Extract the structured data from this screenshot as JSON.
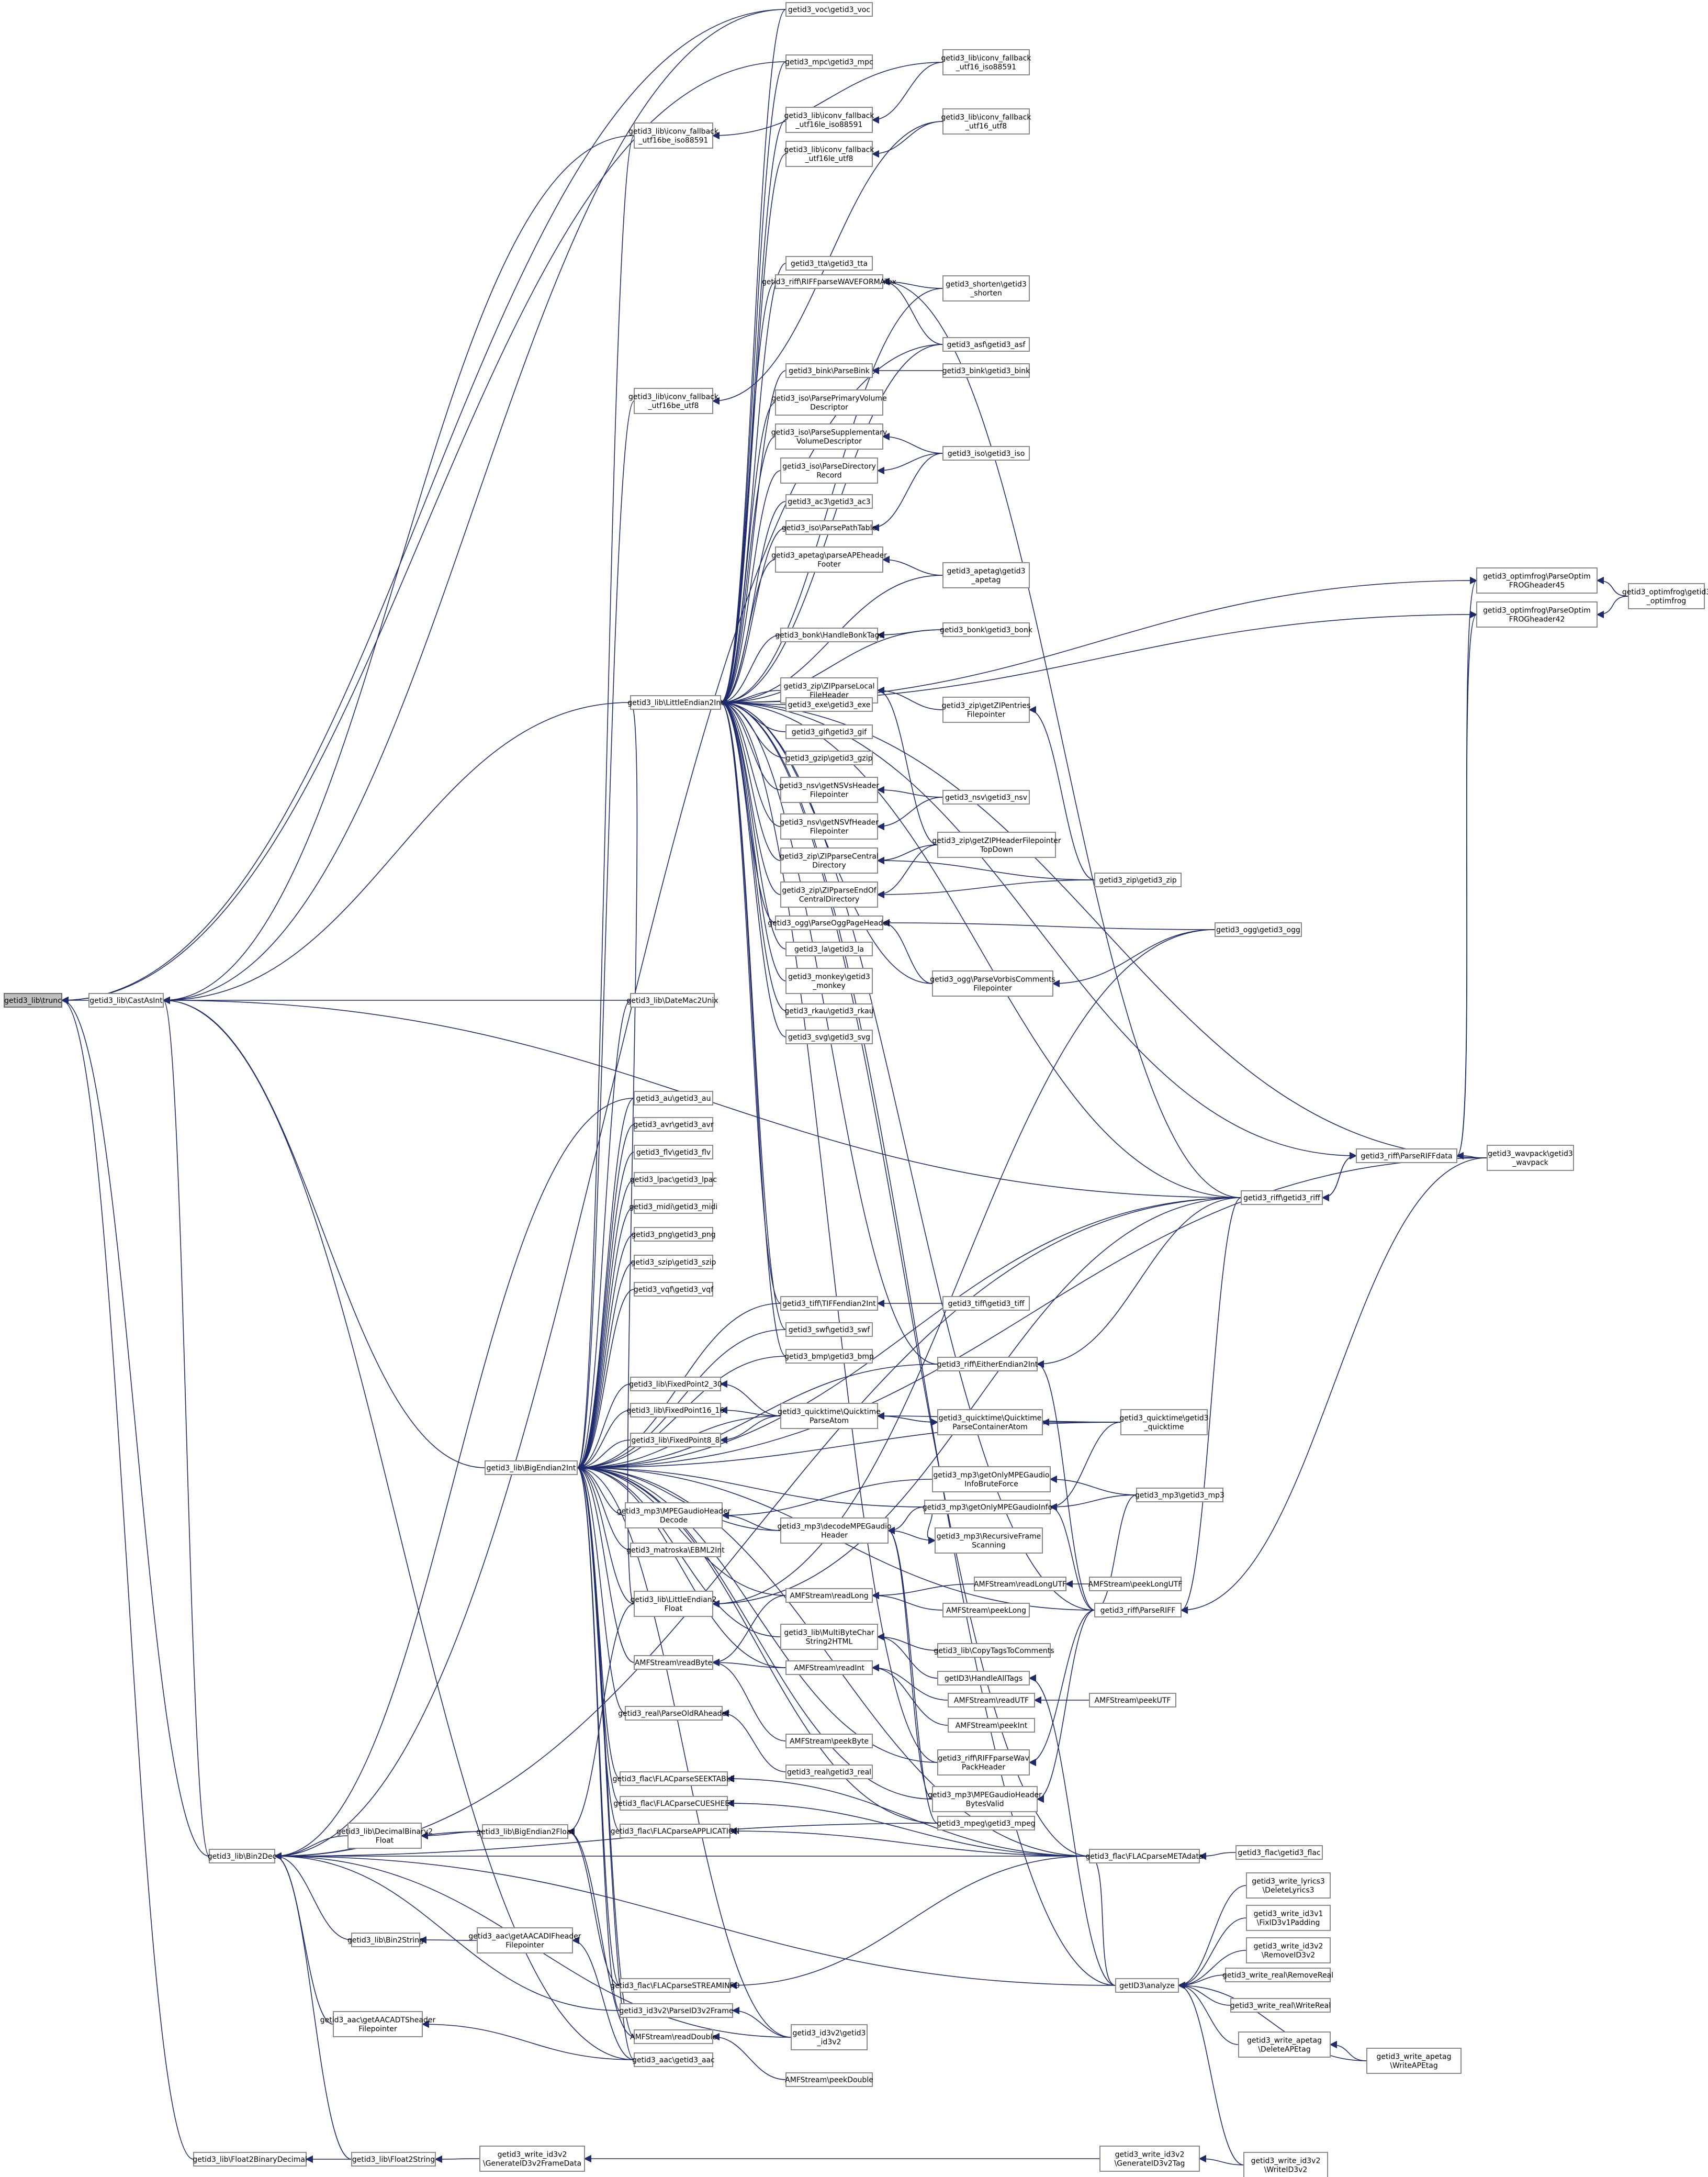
{
  "diagram": {
    "kind": "call-graph",
    "colors": {
      "edge": "#1f2a6b",
      "node_border": "#8a8a8a",
      "root_fill": "#bfbfbf",
      "node_fill": "#ffffff"
    },
    "nodes": [
      {
        "id": "trunc",
        "lines": [
          "getid3_lib\\trunc"
        ],
        "root": true
      },
      {
        "id": "castasint",
        "lines": [
          "getid3_lib\\CastAsInt"
        ]
      },
      {
        "id": "voc",
        "lines": [
          "getid3_voc\\getid3_voc"
        ]
      },
      {
        "id": "icfb_16be_iso",
        "lines": [
          "getid3_lib\\iconv_fallback",
          "_utf16be_iso88591"
        ]
      },
      {
        "id": "mpc",
        "lines": [
          "getid3_mpc\\getid3_mpc"
        ]
      },
      {
        "id": "icfb_16_iso",
        "lines": [
          "getid3_lib\\iconv_fallback",
          "_utf16_iso88591"
        ]
      },
      {
        "id": "icfb_16le_iso",
        "lines": [
          "getid3_lib\\iconv_fallback",
          "_utf16le_iso88591"
        ]
      },
      {
        "id": "icfb_16le_utf8",
        "lines": [
          "getid3_lib\\iconv_fallback",
          "_utf16le_utf8"
        ]
      },
      {
        "id": "icfb_16_utf8",
        "lines": [
          "getid3_lib\\iconv_fallback",
          "_utf16_utf8"
        ]
      },
      {
        "id": "tta",
        "lines": [
          "getid3_tta\\getid3_tta"
        ]
      },
      {
        "id": "shorten",
        "lines": [
          "getid3_shorten\\getid3",
          "_shorten"
        ]
      },
      {
        "id": "waveformatex",
        "lines": [
          "getid3_riff\\RIFFparseWAVEFORMATex"
        ]
      },
      {
        "id": "asf",
        "lines": [
          "getid3_asf\\getid3_asf"
        ]
      },
      {
        "id": "icfb_16be_utf8",
        "lines": [
          "getid3_lib\\iconv_fallback",
          "_utf16be_utf8"
        ]
      },
      {
        "id": "parsebink",
        "lines": [
          "getid3_bink\\ParseBink"
        ]
      },
      {
        "id": "bink",
        "lines": [
          "getid3_bink\\getid3_bink"
        ]
      },
      {
        "id": "iso_pvd",
        "lines": [
          "getid3_iso\\ParsePrimaryVolume",
          "Descriptor"
        ]
      },
      {
        "id": "iso_svd",
        "lines": [
          "getid3_iso\\ParseSupplementary",
          "VolumeDescriptor"
        ]
      },
      {
        "id": "iso",
        "lines": [
          "getid3_iso\\getid3_iso"
        ]
      },
      {
        "id": "iso_dir",
        "lines": [
          "getid3_iso\\ParseDirectory",
          "Record"
        ]
      },
      {
        "id": "ac3",
        "lines": [
          "getid3_ac3\\getid3_ac3"
        ]
      },
      {
        "id": "iso_path",
        "lines": [
          "getid3_iso\\ParsePathTable"
        ]
      },
      {
        "id": "apetag_parse",
        "lines": [
          "getid3_apetag\\parseAPEheader",
          "Footer"
        ]
      },
      {
        "id": "apetag",
        "lines": [
          "getid3_apetag\\getid3",
          "_apetag"
        ]
      },
      {
        "id": "bonk_tags",
        "lines": [
          "getid3_bonk\\HandleBonkTags"
        ]
      },
      {
        "id": "bonk",
        "lines": [
          "getid3_bonk\\getid3_bonk"
        ]
      },
      {
        "id": "optimfrog45",
        "lines": [
          "getid3_optimfrog\\ParseOptim",
          "FROGheader45"
        ]
      },
      {
        "id": "optimfrog42",
        "lines": [
          "getid3_optimfrog\\ParseOptim",
          "FROGheader42"
        ]
      },
      {
        "id": "optimfrog",
        "lines": [
          "getid3_optimfrog\\getid3",
          "_optimfrog"
        ]
      },
      {
        "id": "littleendian2int",
        "lines": [
          "getid3_lib\\LittleEndian2Int"
        ]
      },
      {
        "id": "zip_local",
        "lines": [
          "getid3_zip\\ZIPparseLocal",
          "FileHeader"
        ]
      },
      {
        "id": "exe",
        "lines": [
          "getid3_exe\\getid3_exe"
        ]
      },
      {
        "id": "zip_entries",
        "lines": [
          "getid3_zip\\getZIPentries",
          "Filepointer"
        ]
      },
      {
        "id": "gif",
        "lines": [
          "getid3_gif\\getid3_gif"
        ]
      },
      {
        "id": "gzip",
        "lines": [
          "getid3_gzip\\getid3_gzip"
        ]
      },
      {
        "id": "nsvs",
        "lines": [
          "getid3_nsv\\getNSVsHeader",
          "Filepointer"
        ]
      },
      {
        "id": "nsv",
        "lines": [
          "getid3_nsv\\getid3_nsv"
        ]
      },
      {
        "id": "nsvf",
        "lines": [
          "getid3_nsv\\getNSVfHeader",
          "Filepointer"
        ]
      },
      {
        "id": "zip_hdr_topdown",
        "lines": [
          "getid3_zip\\getZIPHeaderFilepointer",
          "TopDown"
        ]
      },
      {
        "id": "zip_central",
        "lines": [
          "getid3_zip\\ZIPparseCentral",
          "Directory"
        ]
      },
      {
        "id": "zip",
        "lines": [
          "getid3_zip\\getid3_zip"
        ]
      },
      {
        "id": "zip_eocd",
        "lines": [
          "getid3_zip\\ZIPparseEndOf",
          "CentralDirectory"
        ]
      },
      {
        "id": "ogg_page",
        "lines": [
          "getid3_ogg\\ParseOggPageHeader"
        ]
      },
      {
        "id": "ogg",
        "lines": [
          "getid3_ogg\\getid3_ogg"
        ]
      },
      {
        "id": "la",
        "lines": [
          "getid3_la\\getid3_la"
        ]
      },
      {
        "id": "monkey",
        "lines": [
          "getid3_monkey\\getid3",
          "_monkey"
        ]
      },
      {
        "id": "vorbis",
        "lines": [
          "getid3_ogg\\ParseVorbisComments",
          "Filepointer"
        ]
      },
      {
        "id": "rkau",
        "lines": [
          "getid3_rkau\\getid3_rkau"
        ]
      },
      {
        "id": "svg",
        "lines": [
          "getid3_svg\\getid3_svg"
        ]
      },
      {
        "id": "datemac2unix",
        "lines": [
          "getid3_lib\\DateMac2Unix"
        ]
      },
      {
        "id": "au",
        "lines": [
          "getid3_au\\getid3_au"
        ]
      },
      {
        "id": "avr",
        "lines": [
          "getid3_avr\\getid3_avr"
        ]
      },
      {
        "id": "flv",
        "lines": [
          "getid3_flv\\getid3_flv"
        ]
      },
      {
        "id": "lpac",
        "lines": [
          "getid3_lpac\\getid3_lpac"
        ]
      },
      {
        "id": "midi",
        "lines": [
          "getid3_midi\\getid3_midi"
        ]
      },
      {
        "id": "png",
        "lines": [
          "getid3_png\\getid3_png"
        ]
      },
      {
        "id": "szip",
        "lines": [
          "getid3_szip\\getid3_szip"
        ]
      },
      {
        "id": "vqf",
        "lines": [
          "getid3_vqf\\getid3_vqf"
        ]
      },
      {
        "id": "riff_parsedata",
        "lines": [
          "getid3_riff\\ParseRIFFdata"
        ]
      },
      {
        "id": "wavpack",
        "lines": [
          "getid3_wavpack\\getid3",
          "_wavpack"
        ]
      },
      {
        "id": "riff",
        "lines": [
          "getid3_riff\\getid3_riff"
        ]
      },
      {
        "id": "tiff_endian",
        "lines": [
          "getid3_tiff\\TIFFendian2Int"
        ]
      },
      {
        "id": "tiff",
        "lines": [
          "getid3_tiff\\getid3_tiff"
        ]
      },
      {
        "id": "swf",
        "lines": [
          "getid3_swf\\getid3_swf"
        ]
      },
      {
        "id": "bmp",
        "lines": [
          "getid3_bmp\\getid3_bmp"
        ]
      },
      {
        "id": "riff_either",
        "lines": [
          "getid3_riff\\EitherEndian2Int"
        ]
      },
      {
        "id": "fixed2_30",
        "lines": [
          "getid3_lib\\FixedPoint2_30"
        ]
      },
      {
        "id": "fixed16_16",
        "lines": [
          "getid3_lib\\FixedPoint16_16"
        ]
      },
      {
        "id": "qt_atom",
        "lines": [
          "getid3_quicktime\\Quicktime",
          "ParseAtom"
        ]
      },
      {
        "id": "qt_container",
        "lines": [
          "getid3_quicktime\\Quicktime",
          "ParseContainerAtom"
        ]
      },
      {
        "id": "quicktime",
        "lines": [
          "getid3_quicktime\\getid3",
          "_quicktime"
        ]
      },
      {
        "id": "fixed8_8",
        "lines": [
          "getid3_lib\\FixedPoint8_8"
        ]
      },
      {
        "id": "bigendian2int",
        "lines": [
          "getid3_lib\\BigEndian2Int"
        ]
      },
      {
        "id": "mp3_brute",
        "lines": [
          "getid3_mp3\\getOnlyMPEGaudio",
          "InfoBruteForce"
        ]
      },
      {
        "id": "mp3",
        "lines": [
          "getid3_mp3\\getid3_mp3"
        ]
      },
      {
        "id": "mp3_hdr_decode",
        "lines": [
          "getid3_mp3\\MPEGaudioHeader",
          "Decode"
        ]
      },
      {
        "id": "mp3_getonly",
        "lines": [
          "getid3_mp3\\getOnlyMPEGaudioInfo"
        ]
      },
      {
        "id": "mp3_decode",
        "lines": [
          "getid3_mp3\\decodeMPEGaudio",
          "Header"
        ]
      },
      {
        "id": "mp3_recursive",
        "lines": [
          "getid3_mp3\\RecursiveFrame",
          "Scanning"
        ]
      },
      {
        "id": "matroska",
        "lines": [
          "getid3_matroska\\EBML2Int"
        ]
      },
      {
        "id": "amf_readlongutf",
        "lines": [
          "AMFStream\\readLongUTF"
        ]
      },
      {
        "id": "amf_peeklongutf",
        "lines": [
          "AMFStream\\peekLongUTF"
        ]
      },
      {
        "id": "le2float",
        "lines": [
          "getid3_lib\\LittleEndian2",
          "Float"
        ]
      },
      {
        "id": "amf_readlong",
        "lines": [
          "AMFStream\\readLong"
        ]
      },
      {
        "id": "amf_peeklong",
        "lines": [
          "AMFStream\\peekLong"
        ]
      },
      {
        "id": "riff_parseriff",
        "lines": [
          "getid3_riff\\ParseRIFF"
        ]
      },
      {
        "id": "multibyte",
        "lines": [
          "getid3_lib\\MultiByteChar",
          "String2HTML"
        ]
      },
      {
        "id": "copytags",
        "lines": [
          "getid3_lib\\CopyTagsToComments"
        ]
      },
      {
        "id": "amf_readbyte",
        "lines": [
          "AMFStream\\readByte"
        ]
      },
      {
        "id": "amf_readint",
        "lines": [
          "AMFStream\\readInt"
        ]
      },
      {
        "id": "handlealltags",
        "lines": [
          "getID3\\HandleAllTags"
        ]
      },
      {
        "id": "amf_readutf",
        "lines": [
          "AMFStream\\readUTF"
        ]
      },
      {
        "id": "amf_peekutf",
        "lines": [
          "AMFStream\\peekUTF"
        ]
      },
      {
        "id": "amf_peekint",
        "lines": [
          "AMFStream\\peekInt"
        ]
      },
      {
        "id": "real_old",
        "lines": [
          "getid3_real\\ParseOldRAheader"
        ]
      },
      {
        "id": "amf_peekbyte",
        "lines": [
          "AMFStream\\peekByte"
        ]
      },
      {
        "id": "riff_wavpack_hdr",
        "lines": [
          "getid3_riff\\RIFFparseWav",
          "PackHeader"
        ]
      },
      {
        "id": "real",
        "lines": [
          "getid3_real\\getid3_real"
        ]
      },
      {
        "id": "flac_seektable",
        "lines": [
          "getid3_flac\\FLACparseSEEKTABLE"
        ]
      },
      {
        "id": "mp3_valid",
        "lines": [
          "getid3_mp3\\MPEGaudioHeader",
          "BytesValid"
        ]
      },
      {
        "id": "flac_cuesheet",
        "lines": [
          "getid3_flac\\FLACparseCUESHEET"
        ]
      },
      {
        "id": "mpeg",
        "lines": [
          "getid3_mpeg\\getid3_mpeg"
        ]
      },
      {
        "id": "flac_application",
        "lines": [
          "getid3_flac\\FLACparseAPPLICATION"
        ]
      },
      {
        "id": "bin2dec",
        "lines": [
          "getid3_lib\\Bin2Dec"
        ]
      },
      {
        "id": "flac_metadata",
        "lines": [
          "getid3_flac\\FLACparseMETAdata"
        ]
      },
      {
        "id": "flac",
        "lines": [
          "getid3_flac\\getid3_flac"
        ]
      },
      {
        "id": "decbin2float",
        "lines": [
          "getid3_lib\\DecimalBinary2",
          "Float"
        ]
      },
      {
        "id": "be2float",
        "lines": [
          "getid3_lib\\BigEndian2Float"
        ]
      },
      {
        "id": "del_lyrics3",
        "lines": [
          "getid3_write_lyrics3",
          "\\DeleteLyrics3"
        ]
      },
      {
        "id": "fixid3v1",
        "lines": [
          "getid3_write_id3v1",
          "\\FixID3v1Padding"
        ]
      },
      {
        "id": "removeid3v2",
        "lines": [
          "getid3_write_id3v2",
          "\\RemoveID3v2"
        ]
      },
      {
        "id": "bin2string",
        "lines": [
          "getid3_lib\\Bin2String"
        ]
      },
      {
        "id": "aac_adif",
        "lines": [
          "getid3_aac\\getAACADIFheader",
          "Filepointer"
        ]
      },
      {
        "id": "removereal",
        "lines": [
          "getid3_write_real\\RemoveReal"
        ]
      },
      {
        "id": "flac_streaminfo",
        "lines": [
          "getid3_flac\\FLACparseSTREAMINFO"
        ]
      },
      {
        "id": "analyze",
        "lines": [
          "getID3\\analyze"
        ]
      },
      {
        "id": "writereal",
        "lines": [
          "getid3_write_real\\WriteReal"
        ]
      },
      {
        "id": "id3v2_frame",
        "lines": [
          "getid3_id3v2\\ParseID3v2Frame"
        ]
      },
      {
        "id": "aac_adts",
        "lines": [
          "getid3_aac\\getAACADTSheader",
          "Filepointer"
        ]
      },
      {
        "id": "del_apetag",
        "lines": [
          "getid3_write_apetag",
          "\\DeleteAPEtag"
        ]
      },
      {
        "id": "amf_readdouble",
        "lines": [
          "AMFStream\\readDouble"
        ]
      },
      {
        "id": "id3v2",
        "lines": [
          "getid3_id3v2\\getid3",
          "_id3v2"
        ]
      },
      {
        "id": "write_apetag",
        "lines": [
          "getid3_write_apetag",
          "\\WriteAPEtag"
        ]
      },
      {
        "id": "aac",
        "lines": [
          "getid3_aac\\getid3_aac"
        ]
      },
      {
        "id": "amf_peekdouble",
        "lines": [
          "AMFStream\\peekDouble"
        ]
      },
      {
        "id": "float2bindec",
        "lines": [
          "getid3_lib\\Float2BinaryDecimal"
        ]
      },
      {
        "id": "float2string",
        "lines": [
          "getid3_lib\\Float2String"
        ]
      },
      {
        "id": "gen_frame",
        "lines": [
          "getid3_write_id3v2",
          "\\GenerateID3v2FrameData"
        ]
      },
      {
        "id": "gen_tag",
        "lines": [
          "getid3_write_id3v2",
          "\\GenerateID3v2Tag"
        ]
      },
      {
        "id": "write_id3v2",
        "lines": [
          "getid3_write_id3v2",
          "\\WriteID3v2"
        ]
      }
    ]
  }
}
